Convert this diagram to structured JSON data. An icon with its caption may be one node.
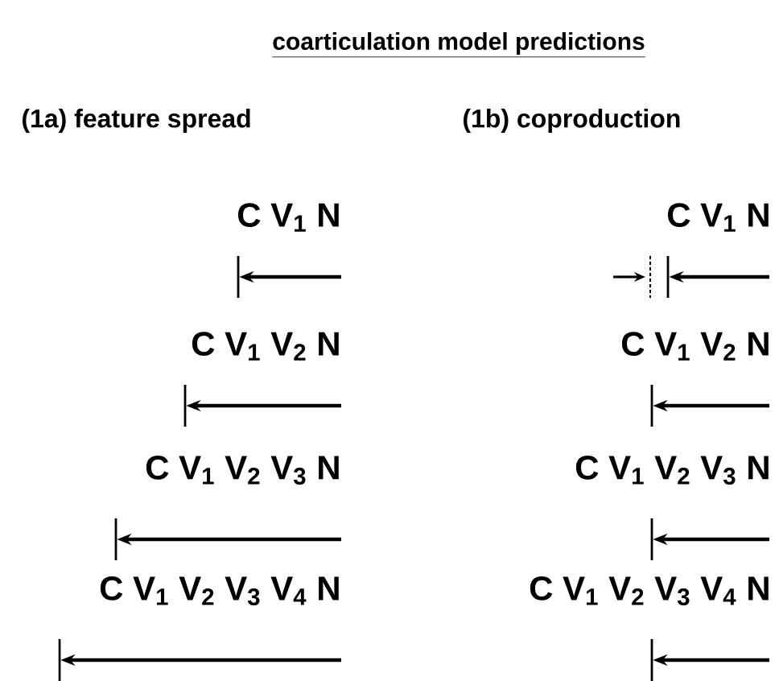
{
  "diagram": {
    "title": "coarticulation model predictions",
    "labels": [
      "(1a)  feature spread",
      "(1b)  coproduction",
      "C  V$_{1}$  N",
      "C  V$_{1}$  N",
      "C  V$_{1}$ V$_{2}$  N",
      "C  V$_{1}$ V$_{2}$  N",
      "C  V$_{1}$ V$_{2}$ V$_{3}$  N",
      "C  V$_{1}$ V$_{2}$ V$_{3}$  N",
      "C  V$_{1}$ V$_{2}$ V$_{3}$ V$_{4}$  N",
      "C  V$_{1}$ V$_{2}$ V$_{3}$ V$_{4}$  N"
    ]
  }
}
